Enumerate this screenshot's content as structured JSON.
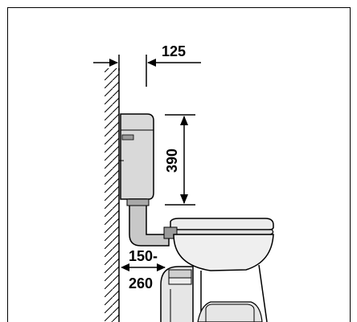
{
  "dimensions": {
    "wall_gap": "125",
    "cistern_height": "390",
    "outlet_min": "150-",
    "outlet_max": "260"
  },
  "colors": {
    "line": "#000000",
    "part_fill": "#d9d9d9",
    "part_dark": "#9a9a9a",
    "background": "#ffffff"
  }
}
